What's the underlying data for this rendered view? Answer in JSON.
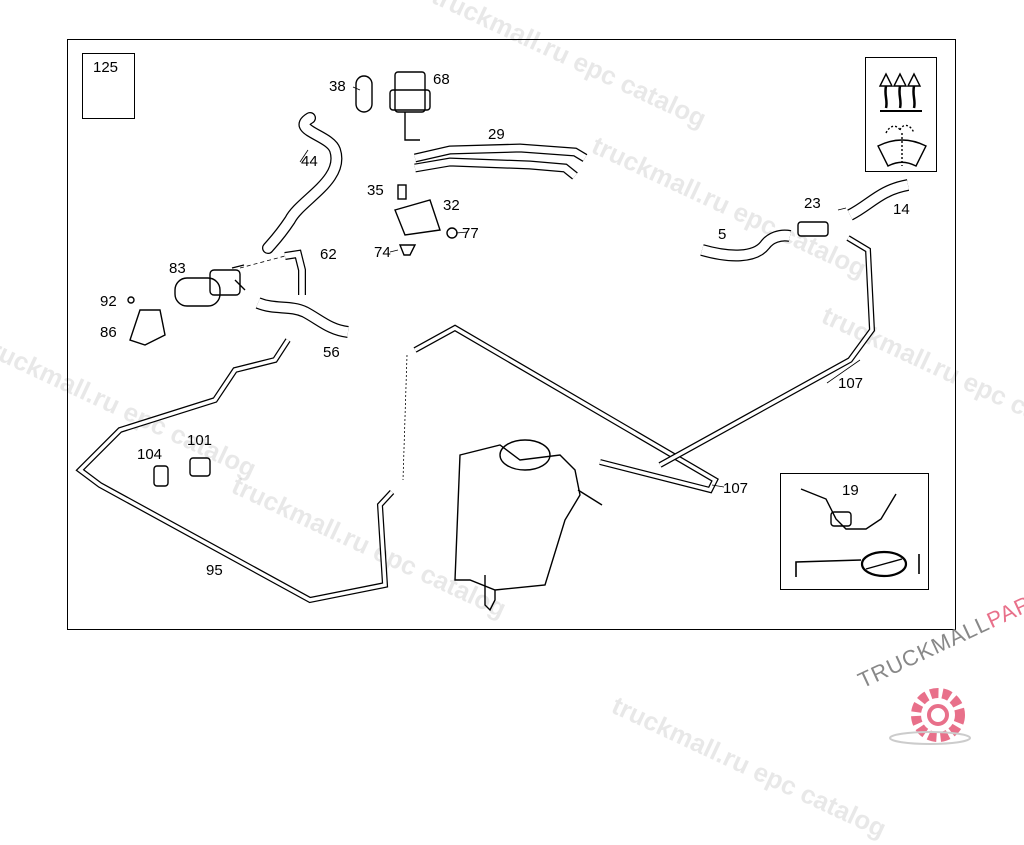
{
  "diagram": {
    "part_labels": [
      "125",
      "38",
      "68",
      "29",
      "44",
      "35",
      "32",
      "77",
      "74",
      "62",
      "83",
      "92",
      "86",
      "56",
      "5",
      "23",
      "14",
      "107",
      "107",
      "101",
      "104",
      "95",
      "19"
    ],
    "watermark": "truckmall.ru epc catalog",
    "legend_icons": [
      "heater-defrost-icon",
      "windshield-washer-icon"
    ],
    "line_color": "#000000"
  },
  "logo": {
    "part1": "TRUCKMALL",
    "part2": "PARTS",
    "color1": "#888888",
    "color2": "#e8708a"
  }
}
